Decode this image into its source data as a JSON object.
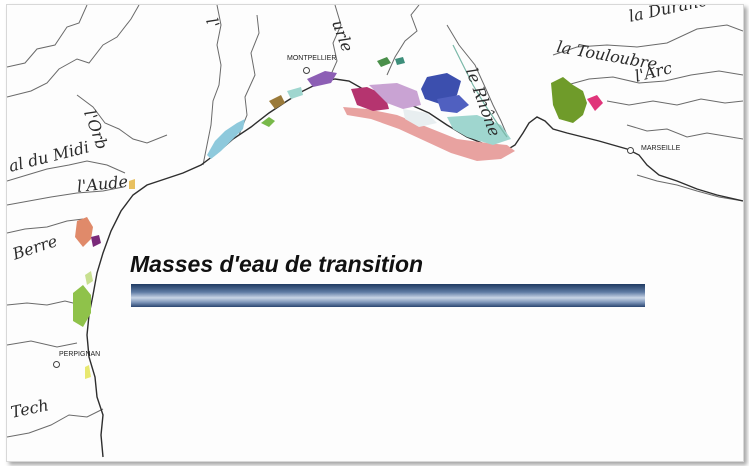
{
  "title": "Masses d'eau de transition",
  "rivers": {
    "durance": "la Durance",
    "touloubre": "la Touloubre",
    "arc": "l'Arc",
    "rhone": "le Rhône",
    "orb": "l'Orb",
    "canal_du_midi": "al du Midi",
    "aude": "l'Aude",
    "berre": "Berre",
    "tech": "Tech",
    "herault_fragment": "urle",
    "top_fragment": "l'"
  },
  "cities": {
    "montpellier": "MONTPELLIER",
    "marseille": "MARSEILLE",
    "perpignan": "PERPIGNAN"
  },
  "colors": {
    "coastline": "#2e2e2e",
    "river_lines": "#6a6a6a",
    "lagoon_blue": "#8ec9dc",
    "lagoon_purple": "#8d5fb5",
    "lagoon_green": "#78b94a",
    "lagoon_pink": "#e8a2a0",
    "lagoon_magenta": "#b5346f",
    "lagoon_navy": "#3c4fae",
    "lagoon_teal": "#9fd6cf",
    "lagoon_brown": "#9a7a3a",
    "lagoon_orange": "#e08a6a",
    "berre_green": "#6f9b2a",
    "title_bar_dark": "#1f3a62",
    "title_bar_light": "#c9d5e6"
  }
}
